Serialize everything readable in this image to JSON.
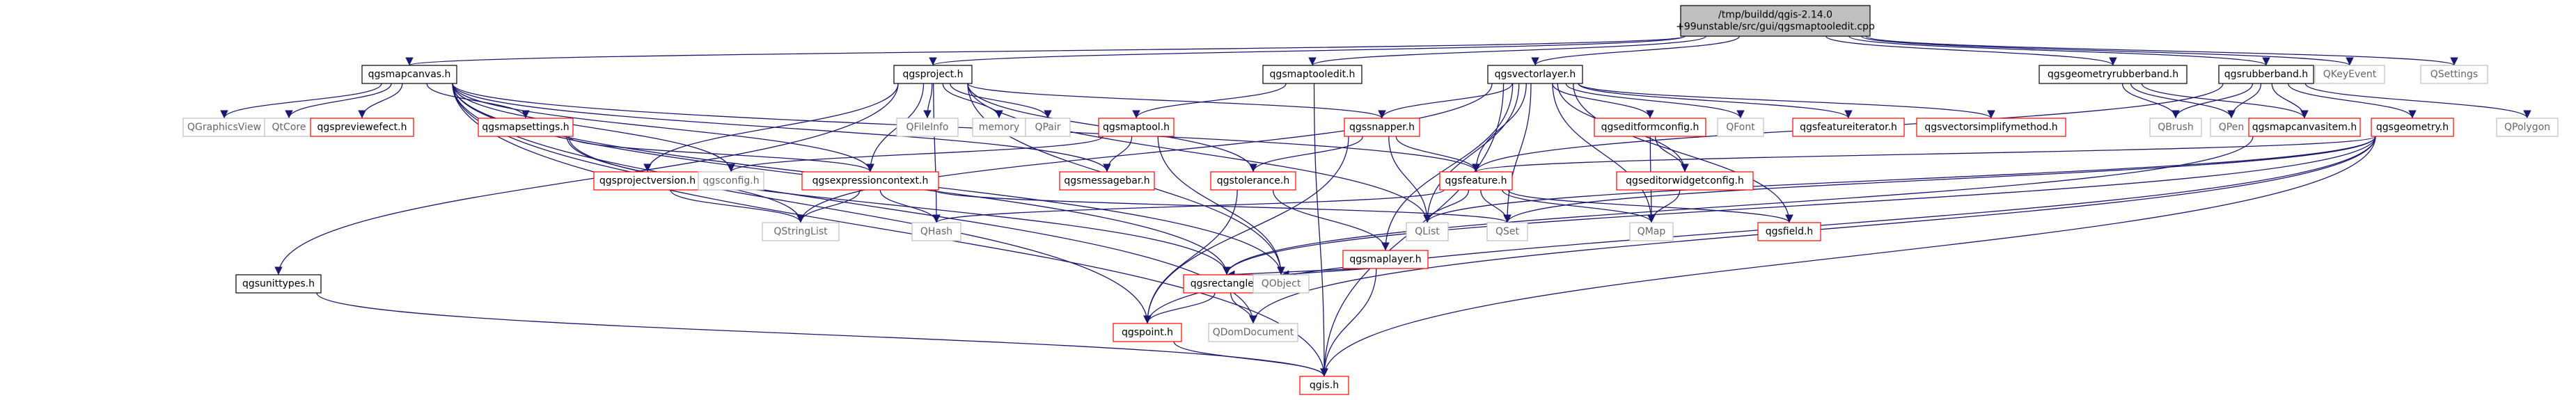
{
  "colors": {
    "root_fill": "#bfbfbf",
    "node_fill": "#ffffff",
    "border_black": "#000000",
    "border_red": "#ff0000",
    "border_gray": "#bfbfbf",
    "text_black": "#000000",
    "text_gray": "#666666",
    "edge": "#191970"
  },
  "nodes": [
    {
      "id": "root",
      "lines": [
        "/tmp/buildd/qgis-2.14.0",
        "+99unstable/src/gui/qgsmaptooledit.cpp"
      ],
      "style": "root"
    },
    {
      "id": "qgsmapcanvas",
      "lines": [
        "qgsmapcanvas.h"
      ],
      "style": "black"
    },
    {
      "id": "qgsproject",
      "lines": [
        "qgsproject.h"
      ],
      "style": "black"
    },
    {
      "id": "qgsmaptooledit",
      "lines": [
        "qgsmaptooledit.h"
      ],
      "style": "black"
    },
    {
      "id": "qgsvectorlayer",
      "lines": [
        "qgsvectorlayer.h"
      ],
      "style": "black"
    },
    {
      "id": "qgsgeometryrubberband",
      "lines": [
        "qgsgeometryrubberband.h"
      ],
      "style": "black"
    },
    {
      "id": "qgsrubberband",
      "lines": [
        "qgsrubberband.h"
      ],
      "style": "black"
    },
    {
      "id": "QKeyEvent",
      "lines": [
        "QKeyEvent"
      ],
      "style": "gray"
    },
    {
      "id": "QSettings",
      "lines": [
        "QSettings"
      ],
      "style": "gray"
    },
    {
      "id": "QGraphicsView",
      "lines": [
        "QGraphicsView"
      ],
      "style": "gray"
    },
    {
      "id": "QtCore",
      "lines": [
        "QtCore"
      ],
      "style": "gray"
    },
    {
      "id": "qgspreviewefect",
      "lines": [
        "qgspreviewefect.h"
      ],
      "style": "red"
    },
    {
      "id": "qgsmapsettings",
      "lines": [
        "qgsmapsettings.h"
      ],
      "style": "red"
    },
    {
      "id": "qgsunittypes",
      "lines": [
        "qgsunittypes.h"
      ],
      "style": "black"
    },
    {
      "id": "QFileInfo",
      "lines": [
        "QFileInfo"
      ],
      "style": "gray"
    },
    {
      "id": "memory",
      "lines": [
        "memory"
      ],
      "style": "gray"
    },
    {
      "id": "QPair",
      "lines": [
        "QPair"
      ],
      "style": "gray"
    },
    {
      "id": "qgsmaptool",
      "lines": [
        "qgsmaptool.h"
      ],
      "style": "red"
    },
    {
      "id": "qgssnapper",
      "lines": [
        "qgssnapper.h"
      ],
      "style": "red"
    },
    {
      "id": "qgseditformconfig",
      "lines": [
        "qgseditformconfig.h"
      ],
      "style": "red"
    },
    {
      "id": "QFont",
      "lines": [
        "QFont"
      ],
      "style": "gray"
    },
    {
      "id": "qgsfeatureiterator",
      "lines": [
        "qgsfeatureiterator.h"
      ],
      "style": "red"
    },
    {
      "id": "qgsvectorsimplifymethod",
      "lines": [
        "qgsvectorsimplifymethod.h"
      ],
      "style": "red"
    },
    {
      "id": "QBrush",
      "lines": [
        "QBrush"
      ],
      "style": "gray"
    },
    {
      "id": "QPen",
      "lines": [
        "QPen"
      ],
      "style": "gray"
    },
    {
      "id": "qgsmapcanvasitem",
      "lines": [
        "qgsmapcanvasitem.h"
      ],
      "style": "red"
    },
    {
      "id": "qgsgeometry",
      "lines": [
        "qgsgeometry.h"
      ],
      "style": "red"
    },
    {
      "id": "QPolygon",
      "lines": [
        "QPolygon"
      ],
      "style": "gray"
    },
    {
      "id": "qgsprojectversion",
      "lines": [
        "qgsprojectversion.h"
      ],
      "style": "red"
    },
    {
      "id": "qgsconfig",
      "lines": [
        "qgsconfig.h"
      ],
      "style": "gray"
    },
    {
      "id": "qgsexpressioncontext",
      "lines": [
        "qgsexpressioncontext.h"
      ],
      "style": "red"
    },
    {
      "id": "qgsmessagebar",
      "lines": [
        "qgsmessagebar.h"
      ],
      "style": "red"
    },
    {
      "id": "qgstolerance",
      "lines": [
        "qgstolerance.h"
      ],
      "style": "red"
    },
    {
      "id": "qgsfeature",
      "lines": [
        "qgsfeature.h"
      ],
      "style": "red"
    },
    {
      "id": "qgseditorwidgetconfig",
      "lines": [
        "qgseditorwidgetconfig.h"
      ],
      "style": "red"
    },
    {
      "id": "QStringList",
      "lines": [
        "QStringList"
      ],
      "style": "gray"
    },
    {
      "id": "QHash",
      "lines": [
        "QHash"
      ],
      "style": "gray"
    },
    {
      "id": "QList",
      "lines": [
        "QList"
      ],
      "style": "gray"
    },
    {
      "id": "QSet",
      "lines": [
        "QSet"
      ],
      "style": "gray"
    },
    {
      "id": "QMap",
      "lines": [
        "QMap"
      ],
      "style": "gray"
    },
    {
      "id": "qgsfield",
      "lines": [
        "qgsfield.h"
      ],
      "style": "red"
    },
    {
      "id": "qgsmaplayer",
      "lines": [
        "qgsmaplayer.h"
      ],
      "style": "red"
    },
    {
      "id": "qgsrectangle",
      "lines": [
        "qgsrectangle.h"
      ],
      "style": "red"
    },
    {
      "id": "QObject",
      "lines": [
        "QObject"
      ],
      "style": "gray"
    },
    {
      "id": "QDomDocument",
      "lines": [
        "QDomDocument"
      ],
      "style": "gray"
    },
    {
      "id": "qgspoint",
      "lines": [
        "qgspoint.h"
      ],
      "style": "red"
    },
    {
      "id": "qgis",
      "lines": [
        "qgis.h"
      ],
      "style": "red"
    }
  ],
  "edges": [
    [
      "root",
      "qgsmapcanvas"
    ],
    [
      "root",
      "qgsproject"
    ],
    [
      "root",
      "qgsmaptooledit"
    ],
    [
      "root",
      "qgsvectorlayer"
    ],
    [
      "root",
      "qgsgeometryrubberband"
    ],
    [
      "root",
      "qgsrubberband"
    ],
    [
      "root",
      "QKeyEvent"
    ],
    [
      "root",
      "QSettings"
    ],
    [
      "qgsmapcanvas",
      "QGraphicsView"
    ],
    [
      "qgsmapcanvas",
      "QtCore"
    ],
    [
      "qgsmapcanvas",
      "qgspreviewefect"
    ],
    [
      "qgsmapcanvas",
      "qgsmapsettings"
    ],
    [
      "qgsmapcanvas",
      "qgsconfig"
    ],
    [
      "qgsmapcanvas",
      "qgsexpressioncontext"
    ],
    [
      "qgsmapcanvas",
      "qgsmessagebar"
    ],
    [
      "qgsmapcanvas",
      "qgsfeature"
    ],
    [
      "qgsmapcanvas",
      "qgsrectangle"
    ],
    [
      "qgsmapcanvas",
      "QObject"
    ],
    [
      "qgsmapcanvas",
      "QDomDocument"
    ],
    [
      "qgsmapcanvas",
      "qgspoint"
    ],
    [
      "qgsmapcanvas",
      "qgis"
    ],
    [
      "qgsmapsettings",
      "qgsexpressioncontext"
    ],
    [
      "qgsmapsettings",
      "QStringList"
    ],
    [
      "qgsmapsettings",
      "qgsrectangle"
    ],
    [
      "qgsproject",
      "qgsunittypes"
    ],
    [
      "qgsproject",
      "QFileInfo"
    ],
    [
      "qgsproject",
      "memory"
    ],
    [
      "qgsproject",
      "QPair"
    ],
    [
      "qgsproject",
      "qgsprojectversion"
    ],
    [
      "qgsproject",
      "qgsexpressioncontext"
    ],
    [
      "qgsproject",
      "qgssnapper"
    ],
    [
      "qgsproject",
      "qgstolerance"
    ],
    [
      "qgsproject",
      "QHash"
    ],
    [
      "qgsproject",
      "QList"
    ],
    [
      "qgsproject",
      "QObject"
    ],
    [
      "qgsmaptooledit",
      "qgsmaptool"
    ],
    [
      "qgsmaptooledit",
      "qgis"
    ],
    [
      "qgsmaptool",
      "qgsmessagebar"
    ],
    [
      "qgsmaptool",
      "qgsconfig"
    ],
    [
      "qgsmaptool",
      "QObject"
    ],
    [
      "qgsvectorlayer",
      "qgssnapper"
    ],
    [
      "qgsvectorlayer",
      "qgseditformconfig"
    ],
    [
      "qgsvectorlayer",
      "QFont"
    ],
    [
      "qgsvectorlayer",
      "qgsfeatureiterator"
    ],
    [
      "qgsvectorlayer",
      "qgsvectorsimplifymethod"
    ],
    [
      "qgsvectorlayer",
      "qgsfeature"
    ],
    [
      "qgsvectorlayer",
      "qgseditorwidgetconfig"
    ],
    [
      "qgsvectorlayer",
      "QStringList"
    ],
    [
      "qgsvectorlayer",
      "QList"
    ],
    [
      "qgsvectorlayer",
      "QSet"
    ],
    [
      "qgsvectorlayer",
      "QMap"
    ],
    [
      "qgsvectorlayer",
      "qgsfield"
    ],
    [
      "qgsvectorlayer",
      "qgsmaplayer"
    ],
    [
      "qgsvectorlayer",
      "qgis"
    ],
    [
      "qgssnapper",
      "qgsfeature"
    ],
    [
      "qgssnapper",
      "qgstolerance"
    ],
    [
      "qgssnapper",
      "QList"
    ],
    [
      "qgssnapper",
      "qgspoint"
    ],
    [
      "qgseditformconfig",
      "qgseditorwidgetconfig"
    ],
    [
      "qgseditformconfig",
      "QMap"
    ],
    [
      "qgseditorwidgetconfig",
      "QMap"
    ],
    [
      "qgsprojectversion",
      "QStringList"
    ],
    [
      "qgsexpressioncontext",
      "QStringList"
    ],
    [
      "qgsexpressioncontext",
      "QHash"
    ],
    [
      "qgsexpressioncontext",
      "QSet"
    ],
    [
      "qgstolerance",
      "qgsmaplayer"
    ],
    [
      "qgstolerance",
      "qgspoint"
    ],
    [
      "qgsfeature",
      "QHash"
    ],
    [
      "qgsfeature",
      "QList"
    ],
    [
      "qgsfeature",
      "QSet"
    ],
    [
      "qgsfeature",
      "QMap"
    ],
    [
      "qgsfeature",
      "qgsfield"
    ],
    [
      "qgsmaplayer",
      "qgsrectangle"
    ],
    [
      "qgsmaplayer",
      "QObject"
    ],
    [
      "qgsmaplayer",
      "qgis"
    ],
    [
      "qgsrectangle",
      "QDomDocument"
    ],
    [
      "qgsrectangle",
      "qgspoint"
    ],
    [
      "qgspoint",
      "qgis"
    ],
    [
      "qgsunittypes",
      "qgis"
    ],
    [
      "qgsgeometryrubberband",
      "QBrush"
    ],
    [
      "qgsgeometryrubberband",
      "QPen"
    ],
    [
      "qgsgeometryrubberband",
      "qgsmapcanvasitem"
    ],
    [
      "qgsrubberband",
      "QBrush"
    ],
    [
      "qgsrubberband",
      "QPen"
    ],
    [
      "qgsrubberband",
      "qgsmapcanvasitem"
    ],
    [
      "qgsrubberband",
      "qgsgeometry"
    ],
    [
      "qgsrubberband",
      "QPolygon"
    ],
    [
      "qgsrubberband",
      "qgsfeature"
    ],
    [
      "qgsmapcanvasitem",
      "qgsrectangle"
    ],
    [
      "qgsgeometry",
      "qgsfeature"
    ],
    [
      "qgsgeometry",
      "QSet"
    ],
    [
      "qgsgeometry",
      "QList"
    ],
    [
      "qgsgeometry",
      "qgsrectangle"
    ],
    [
      "qgsgeometry",
      "QDomDocument"
    ],
    [
      "qgsgeometry",
      "qgspoint"
    ],
    [
      "qgsgeometry",
      "qgis"
    ]
  ]
}
